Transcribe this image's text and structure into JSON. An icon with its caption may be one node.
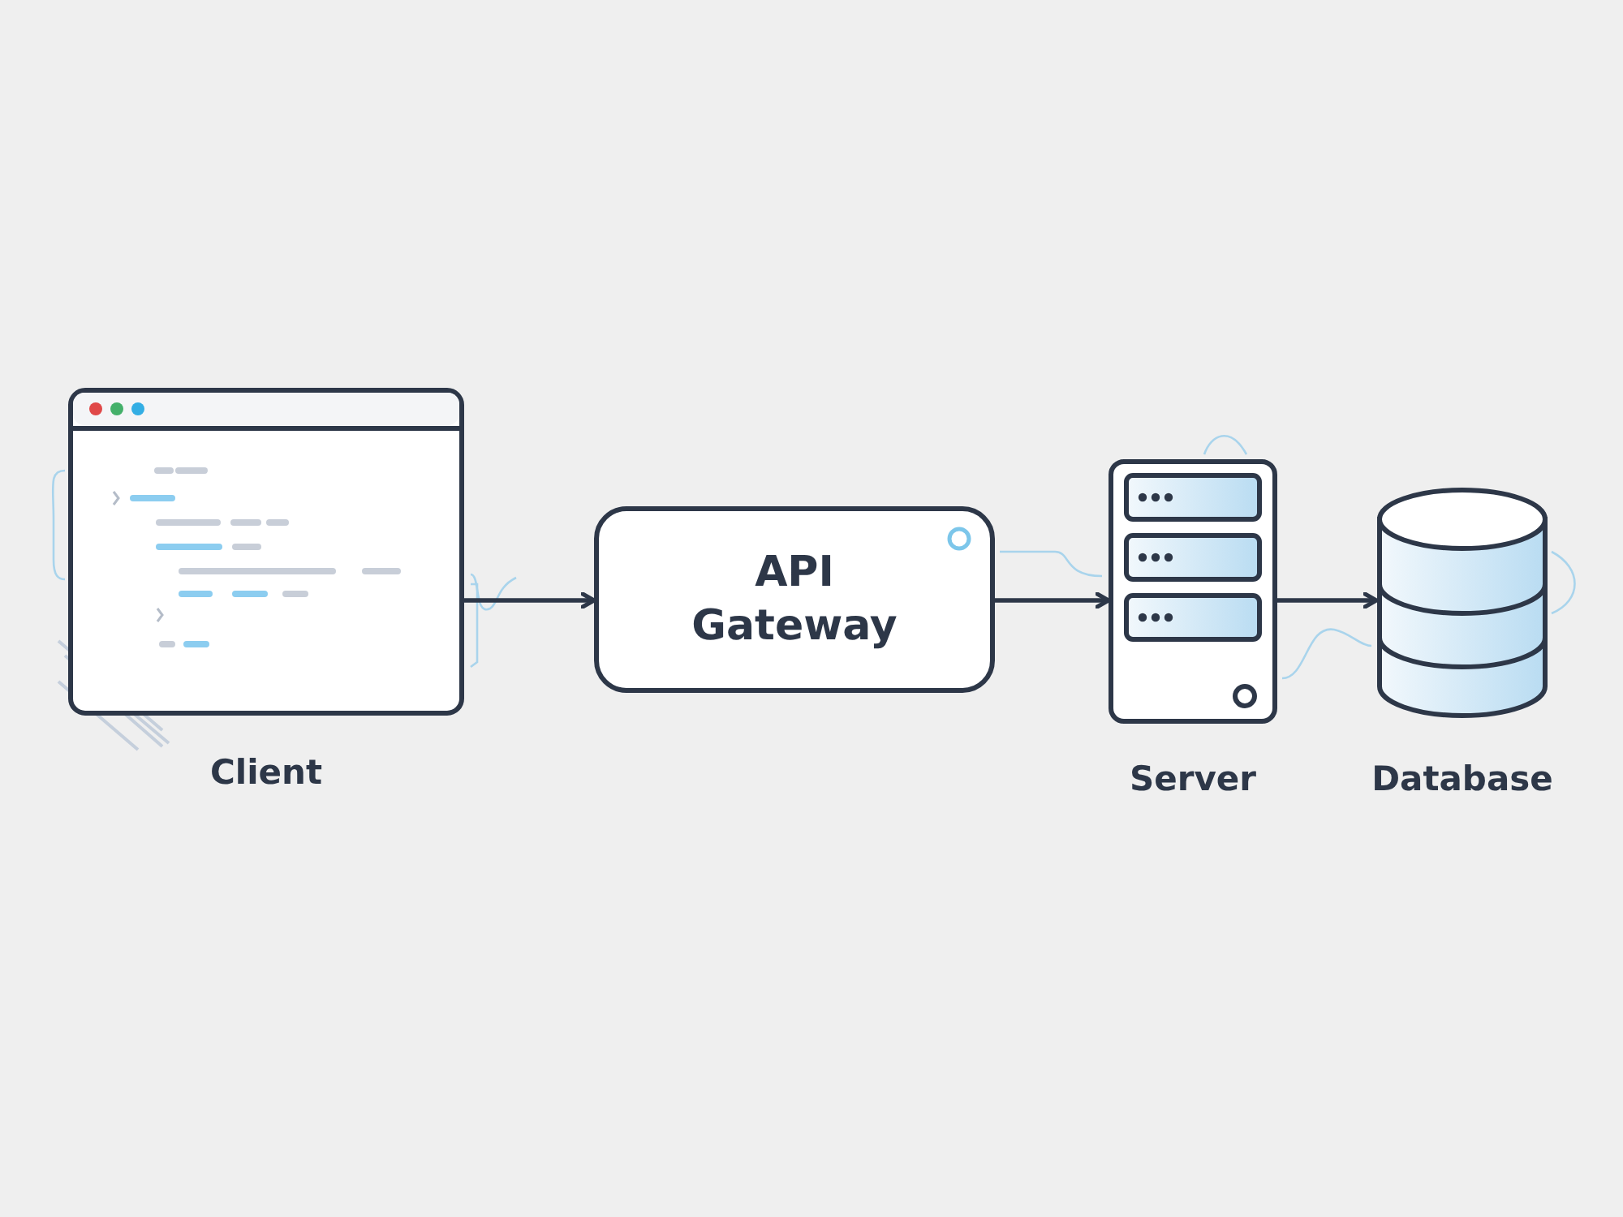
{
  "diagram": {
    "nodes": [
      {
        "text": [
          "Client"
        ]
      },
      {
        "text": [
          "API Gateway"
        ]
      },
      {
        "text": [
          "Server"
        ]
      },
      {
        "text": [
          "Database"
        ]
      }
    ],
    "edges": [
      {
        "from": 0,
        "to": 1,
        "arrow": "to"
      },
      {
        "from": 1,
        "to": 2,
        "arrow": "to"
      },
      {
        "from": 2,
        "to": 3,
        "arrow": "to"
      }
    ]
  }
}
